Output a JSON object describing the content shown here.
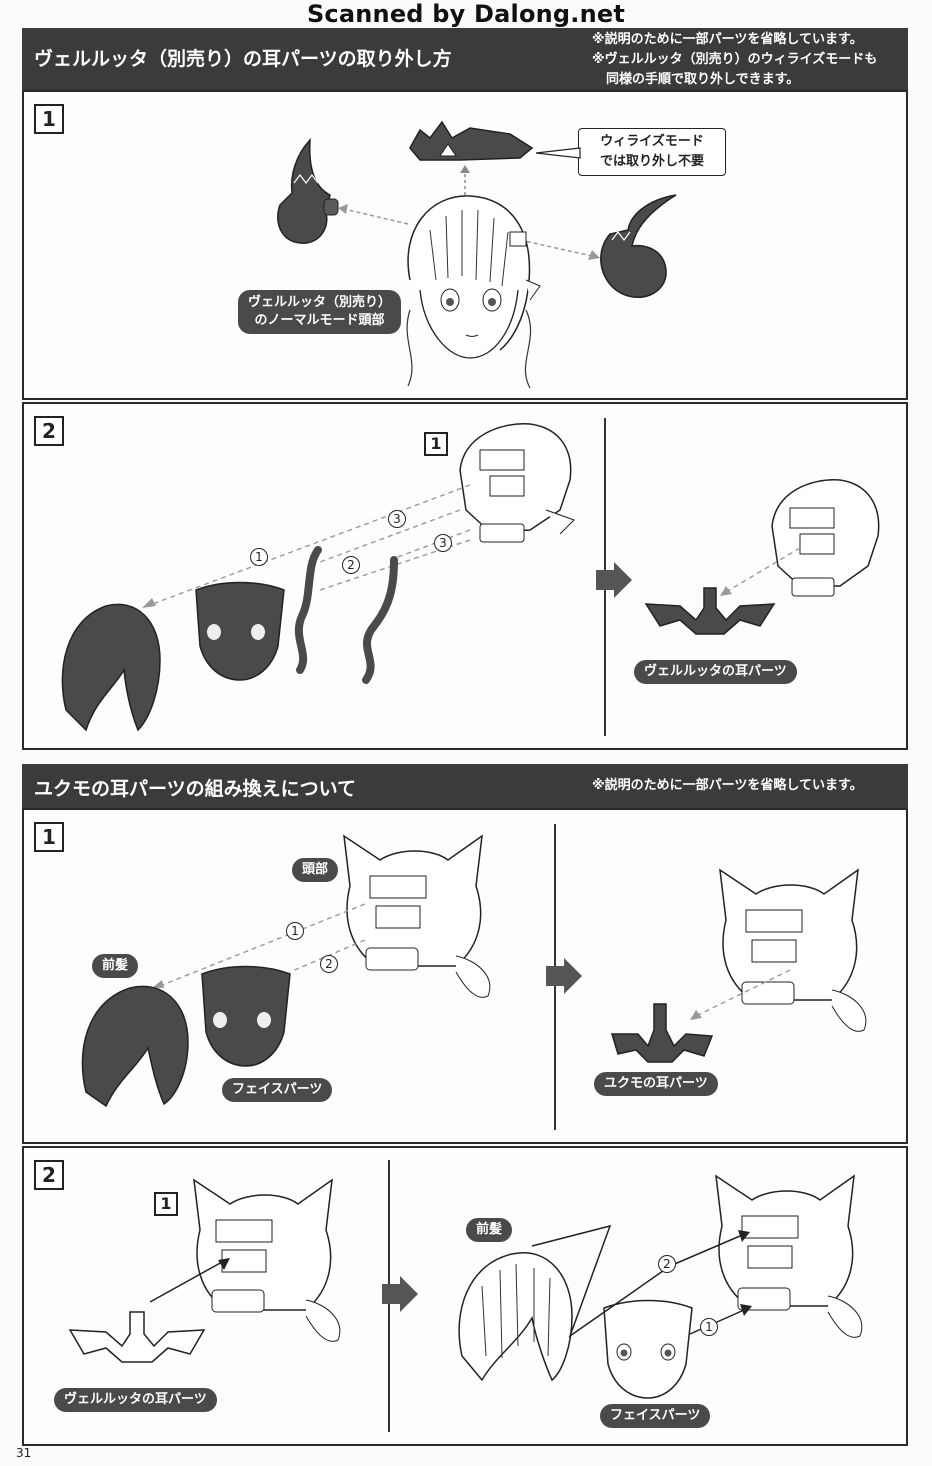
{
  "watermark": "Scanned by Dalong.net",
  "page_number": "31",
  "section1": {
    "title": "ヴェルルッタ（別売り）の耳パーツの取り外し方",
    "note_line1": "※説明のために一部パーツを省略しています。",
    "note_line2": "※ヴェルルッタ（別売り）のウィライズモードも",
    "note_line3": "同様の手順で取り外しできます。",
    "step1": {
      "number": "1",
      "callout_line1": "ウィライズモード",
      "callout_line2": "では取り外し不要",
      "label_line1": "ヴェルルッタ（別売り）",
      "label_line2": "のノーマルモード頭部"
    },
    "step2": {
      "number": "2",
      "ref_step": "1",
      "circles": [
        "1",
        "2",
        "3",
        "3"
      ],
      "result_label": "ヴェルルッタの耳パーツ"
    }
  },
  "section2": {
    "title": "ユクモの耳パーツの組み換えについて",
    "note": "※説明のために一部パーツを省略しています。",
    "step1": {
      "number": "1",
      "label_head": "頭部",
      "label_bangs": "前髪",
      "label_face": "フェイスパーツ",
      "circles": [
        "1",
        "2"
      ],
      "result_label": "ユクモの耳パーツ"
    },
    "step2": {
      "number": "2",
      "ref_step": "1",
      "label_ears": "ヴェルルッタの耳パーツ",
      "label_bangs": "前髪",
      "label_face": "フェイスパーツ",
      "circles": [
        "2",
        "1"
      ]
    }
  },
  "colors": {
    "bar": "#3b3b3b",
    "part_fill": "#4a4a4a",
    "ink": "#222222"
  }
}
